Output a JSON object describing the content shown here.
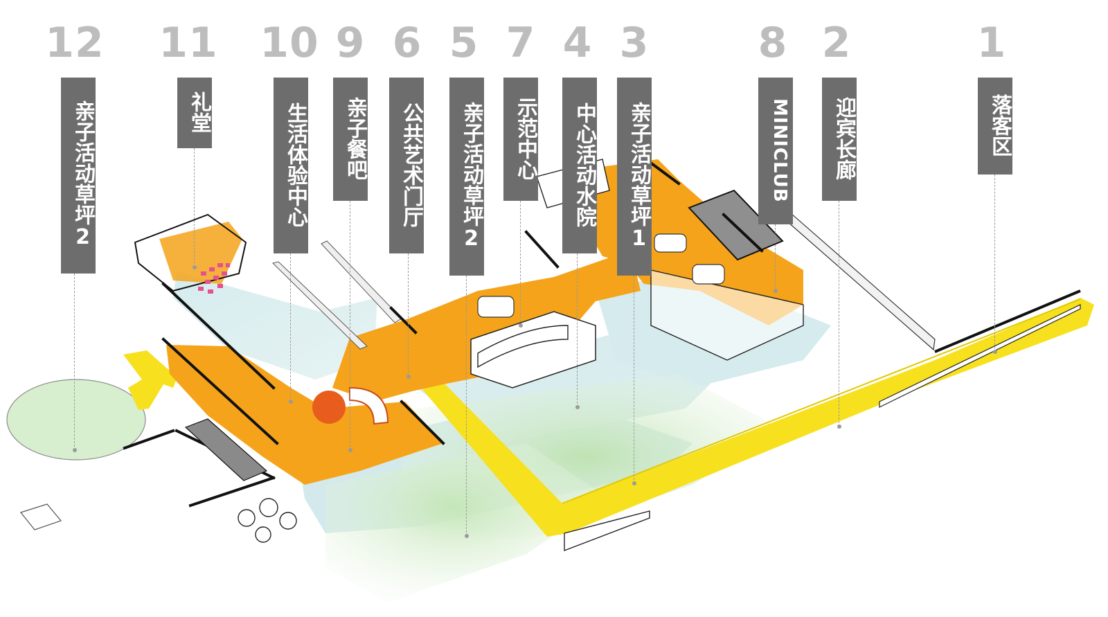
{
  "zones": [
    {
      "num": "12",
      "label": "亲子活动草坪2"
    },
    {
      "num": "11",
      "label": "礼堂"
    },
    {
      "num": "10",
      "label": "生活体验中心"
    },
    {
      "num": "9",
      "label": "亲子餐吧"
    },
    {
      "num": "6",
      "label": "公共艺术门厅"
    },
    {
      "num": "5",
      "label": "亲子活动草坪2"
    },
    {
      "num": "7",
      "label": "示范中心"
    },
    {
      "num": "4",
      "label": "中心活动水院"
    },
    {
      "num": "3",
      "label": "亲子活动草坪1"
    },
    {
      "num": "8",
      "label": "MINICLUB"
    },
    {
      "num": "2",
      "label": "迎宾长廊"
    },
    {
      "num": "1",
      "label": "落客区"
    }
  ],
  "colors": {
    "number": "#bdbdbd",
    "label_box": "#6d6d6d",
    "label_text": "#ffffff",
    "orange_floor": "#f5a31a",
    "yellow_walkway": "#f7e01e",
    "water": "#cfe6ea",
    "lawn": "#c9e8bf",
    "wall": "#1a1a1a",
    "leader": "#9a9a9a"
  }
}
